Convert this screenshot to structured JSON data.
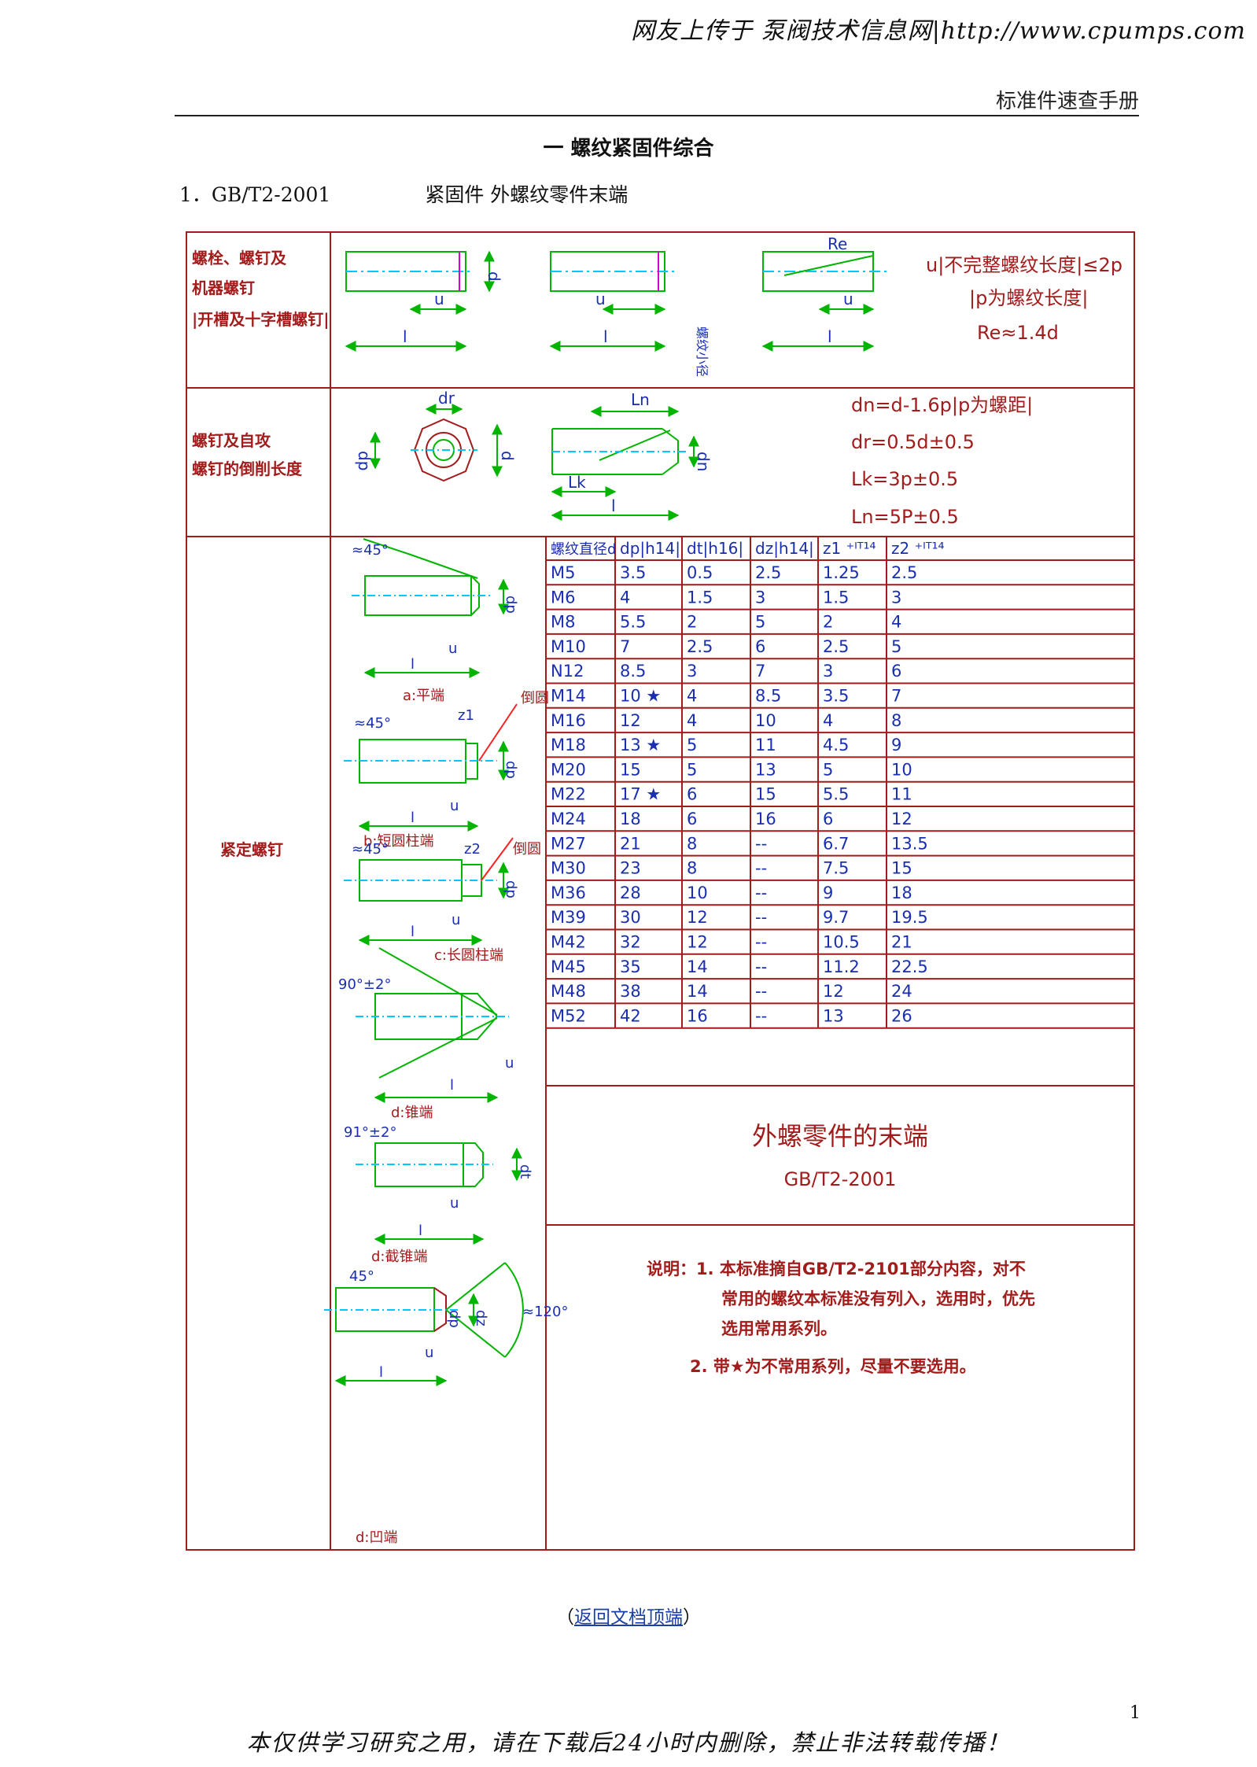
{
  "header": {
    "watermark": "网友上传于 泵阀技术信息网|http://www.cpumps.com",
    "running_title": "标准件速查手册"
  },
  "section_title": "一   螺纹紧固件综合",
  "standard": {
    "number": "1．GB/T2-2001",
    "name": "紧固件 外螺纹零件末端"
  },
  "colors": {
    "frame": "#a31c1c",
    "green": "#00b400",
    "blue": "#1a2fb0",
    "magenta": "#d800d0"
  },
  "row1": {
    "label": [
      "螺栓、螺钉及",
      "机器螺钉",
      "|开槽及十字槽螺钉|"
    ],
    "dim_d": "d",
    "dim_u": "u",
    "dim_l": "l",
    "dim_re": "Re",
    "dim_minor": "螺纹小径",
    "notes": [
      "u|不完整螺纹长度|≤2p",
      "|p为螺纹长度|",
      "Re≈1.4d"
    ]
  },
  "row2": {
    "label": [
      "螺钉及自攻",
      "螺钉的倒削长度"
    ],
    "dim_dr": "dr",
    "dim_dp": "dp",
    "dim_d": "d",
    "dim_ln": "Ln",
    "dim_lk": "Lk",
    "dim_l": "l",
    "dim_dn": "dn",
    "formulas": [
      "dn=d-1.6p|p为螺距|",
      "dr=0.5d±0.5",
      "Lk=3p±0.5",
      "Ln=5P±0.5"
    ]
  },
  "row3": {
    "label": "紧定螺钉",
    "fig_a": {
      "angle": "≈45°",
      "dp": "dp",
      "u": "u",
      "l": "l",
      "caption": "a:平端"
    },
    "fig_b": {
      "angle": "≈45°",
      "z": "z1",
      "chamfer": "倒圆",
      "dp": "dp",
      "u": "u",
      "l": "l",
      "caption": "b:短圆柱端"
    },
    "fig_c": {
      "angle": "≈45°",
      "z": "z2",
      "chamfer": "倒圆",
      "dp": "dp",
      "u": "u",
      "l": "l",
      "caption": "c:长圆柱端"
    },
    "fig_d1": {
      "angle": "90°±2°",
      "u": "u",
      "l": "l",
      "caption": "d:锥端"
    },
    "fig_d2": {
      "angle": "91°±2°",
      "dt": "dt",
      "u": "u",
      "l": "l",
      "caption": "d:截锥端"
    },
    "fig_d3": {
      "angle": "45°",
      "angle2": "≈120°",
      "dp": "dp",
      "dz": "dz",
      "u": "u",
      "l": "l",
      "caption": "d:凹端"
    },
    "table": {
      "headers": [
        "螺纹直径d",
        "dp|h14|",
        "dt|h16|",
        "dz|h14|",
        "z1 ⁺ᴵᵀ¹⁴",
        "z2 ⁺ᴵᵀ¹⁴"
      ],
      "rows": [
        [
          "M5",
          "3.5",
          "0.5",
          "2.5",
          "1.25",
          "2.5"
        ],
        [
          "M6",
          "4",
          "1.5",
          "3",
          "1.5",
          "3"
        ],
        [
          "M8",
          "5.5",
          "2",
          "5",
          "2",
          "4"
        ],
        [
          "M10",
          "7",
          "2.5",
          "6",
          "2.5",
          "5"
        ],
        [
          "N12",
          "8.5",
          "3",
          "7",
          "3",
          "6"
        ],
        [
          "M14",
          "10 ★",
          "4",
          "8.5",
          "3.5",
          "7"
        ],
        [
          "M16",
          "12",
          "4",
          "10",
          "4",
          "8"
        ],
        [
          "M18",
          "13 ★",
          "5",
          "11",
          "4.5",
          "9"
        ],
        [
          "M20",
          "15",
          "5",
          "13",
          "5",
          "10"
        ],
        [
          "M22",
          "17 ★",
          "6",
          "15",
          "5.5",
          "11"
        ],
        [
          "M24",
          "18",
          "6",
          "16",
          "6",
          "12"
        ],
        [
          "M27",
          "21",
          "8",
          "--",
          "6.7",
          "13.5"
        ],
        [
          "M30",
          "23",
          "8",
          "--",
          "7.5",
          "15"
        ],
        [
          "M36",
          "28",
          "10",
          "--",
          "9",
          "18"
        ],
        [
          "M39",
          "30",
          "12",
          "--",
          "9.7",
          "19.5"
        ],
        [
          "M42",
          "32",
          "12",
          "--",
          "10.5",
          "21"
        ],
        [
          "M45",
          "35",
          "14",
          "--",
          "11.2",
          "22.5"
        ],
        [
          "M48",
          "38",
          "14",
          "--",
          "12",
          "24"
        ],
        [
          "M52",
          "42",
          "16",
          "--",
          "13",
          "26"
        ]
      ]
    },
    "title_block": {
      "title": "外螺零件的末端",
      "code": "GB/T2-2001"
    },
    "notes": [
      "说明：1. 本标准摘自GB/T2-2101部分内容，对不",
      "常用的螺纹本标准没有列入，选用时，优先",
      "选用常用系列。",
      "2. 带★为不常用系列，尽量不要选用。"
    ]
  },
  "return_link": "返回文档顶端",
  "page_number": "1",
  "footer": "本仅供学习研究之用，请在下载后24小时内删除，禁止非法转载传播！"
}
